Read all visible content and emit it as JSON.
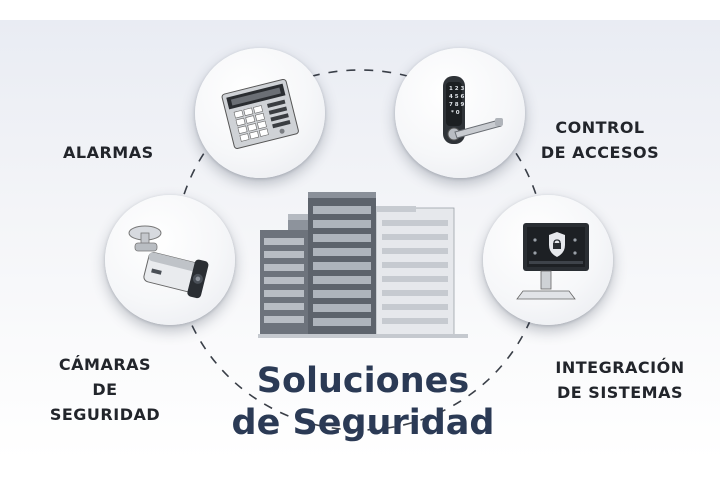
{
  "title": {
    "line1": "Soluciones",
    "line2": "de Seguridad"
  },
  "items": [
    {
      "id": "alarm",
      "icon": "alarm-keypad-icon",
      "label_lines": [
        "ALARMAS"
      ]
    },
    {
      "id": "access",
      "icon": "smart-door-lock-icon",
      "label_lines": [
        "CONTROL",
        "DE ACCESOS"
      ]
    },
    {
      "id": "camera",
      "icon": "security-camera-icon",
      "label_lines": [
        "CÁMARAS",
        "DE SEGURIDAD"
      ]
    },
    {
      "id": "integration",
      "icon": "security-monitor-icon",
      "label_lines": [
        "INTEGRACIÓN",
        "DE SISTEMAS"
      ]
    }
  ],
  "center_icon": "office-building-icon",
  "colors": {
    "title": "#2b3a55",
    "label": "#22252b",
    "orbit_dash": "#3a3f48",
    "background_top": "#e9ecf3"
  }
}
